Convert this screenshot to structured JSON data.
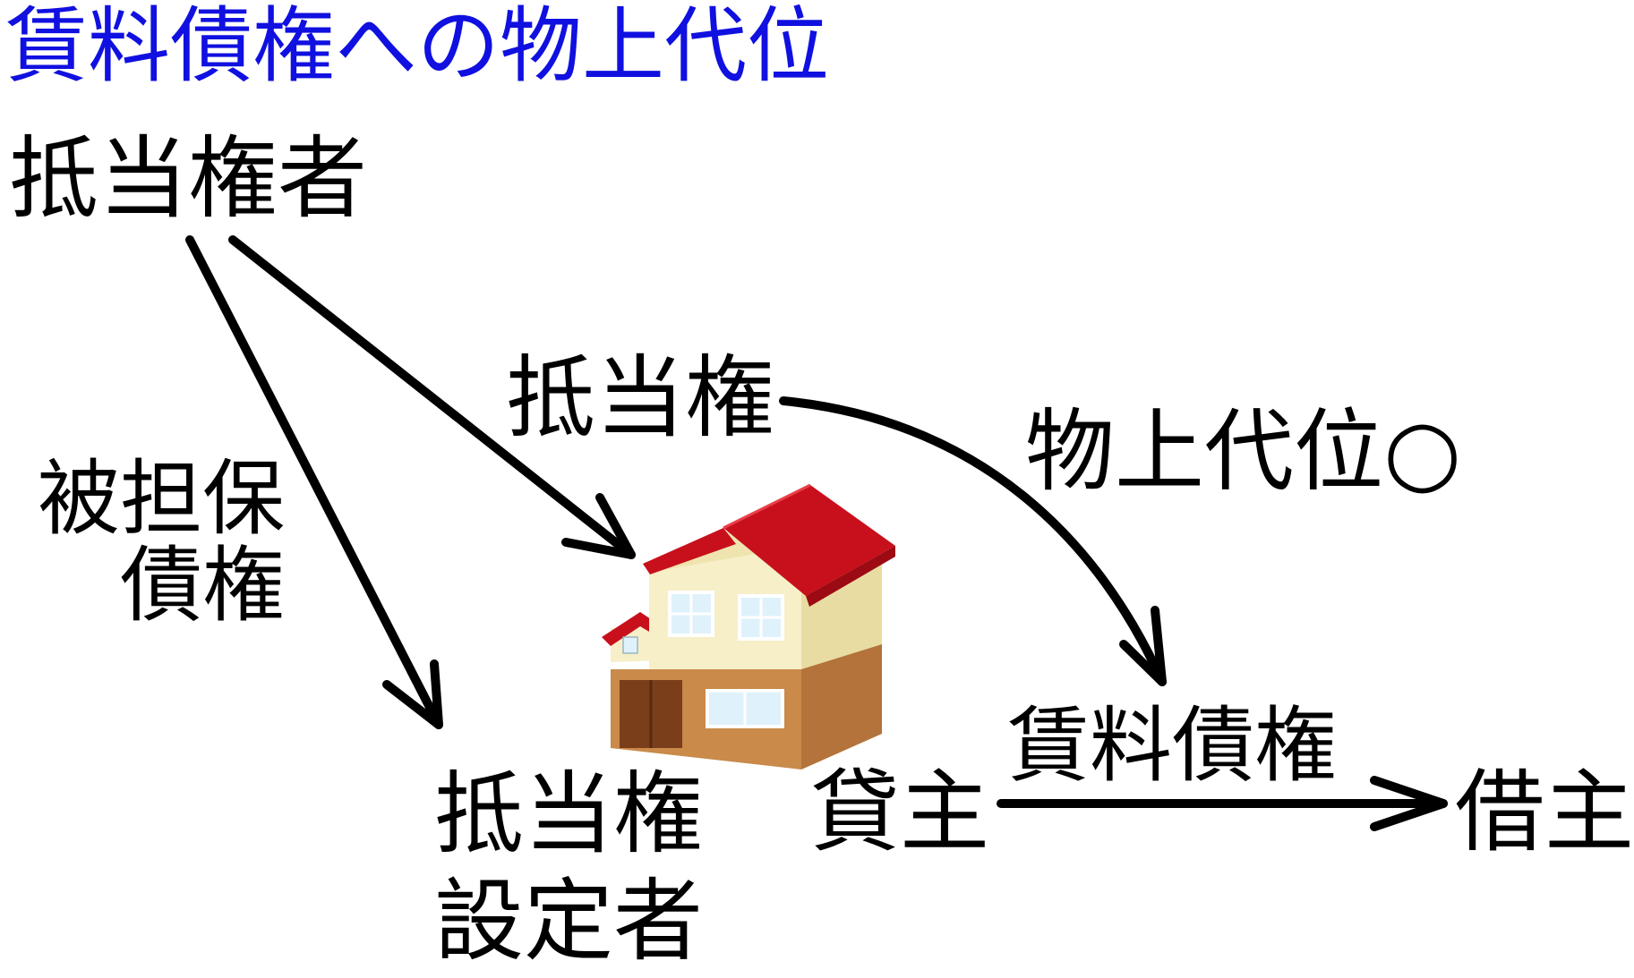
{
  "title": "賃料債権への物上代位",
  "colors": {
    "title": "#1010e0",
    "text": "#000000",
    "arrow": "#000000",
    "roof": "#c8101c",
    "roof_dark": "#9c0a14",
    "wall_upper": "#f6efc8",
    "wall_upper_side": "#e9dca2",
    "wall_lower": "#c98a4a",
    "wall_lower_side": "#b3733a",
    "door": "#7a3e1a",
    "window": "#dff2fb"
  },
  "labels": {
    "mortgagee": "抵当権者",
    "mortgage": "抵当権",
    "physical_subrogation": "物上代位○",
    "secured_claim": [
      "被担保",
      "債権"
    ],
    "mortgagor": [
      "抵当権",
      "設定者"
    ],
    "lessor": "貸主",
    "rent_claim": "賃料債権",
    "lessee": "借主"
  },
  "icons": {
    "property": "house-icon"
  }
}
